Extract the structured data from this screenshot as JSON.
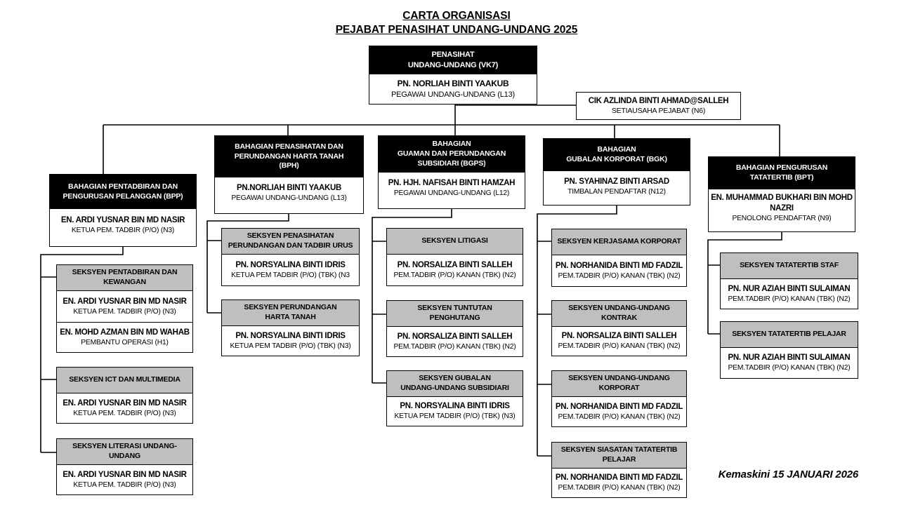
{
  "title": {
    "line1": "CARTA ORGANISASI",
    "line2": "PEJABAT PENASIHAT UNDANG-UNDANG 2025"
  },
  "footer": {
    "updated": "Kemaskini 15 JANUARI 2026"
  },
  "colors": {
    "division_header_bg": "#000000",
    "division_header_text": "#ffffff",
    "section_header_bg": "#bfbfbf",
    "line_and_border": "#000000",
    "background": "#ffffff"
  },
  "penasihat": {
    "title": "PENASIHAT\nUNDANG-UNDANG (VK7)",
    "name": "PN. NORLIAH BINTI YAAKUB",
    "role": "PEGAWAI UNDANG-UNDANG (L13)"
  },
  "setiausaha": {
    "name": "CIK AZLINDA BINTI AHMAD@SALLEH",
    "role": "SETIAUSAHA PEJABAT (N6)"
  },
  "divisions": [
    {
      "title": "BAHAGIAN PENTADBIRAN DAN\nPENGURUSAN PELANGGAN (BPP)",
      "head": {
        "name": "EN. ARDI YUSNAR BIN MD NASIR",
        "role": "KETUA PEM. TADBIR (P/O) (N3)"
      },
      "sections": [
        {
          "title": "SEKSYEN PENTADBIRAN DAN\nKEWANGAN",
          "staff": [
            {
              "name": "EN. ARDI YUSNAR BIN MD NASIR",
              "role": "KETUA PEM. TADBIR (P/O) (N3)"
            },
            {
              "name": "EN. MOHD AZMAN BIN MD WAHAB",
              "role": "PEMBANTU OPERASI (H1)"
            }
          ]
        },
        {
          "title": "SEKSYEN ICT DAN MULTIMEDIA",
          "staff": [
            {
              "name": "EN. ARDI YUSNAR BIN MD NASIR",
              "role": "KETUA PEM. TADBIR (P/O) (N3)"
            }
          ]
        },
        {
          "title": "SEKSYEN LITERASI UNDANG-\nUNDANG",
          "staff": [
            {
              "name": "EN. ARDI YUSNAR BIN MD NASIR",
              "role": "KETUA PEM. TADBIR (P/O) (N3)"
            }
          ]
        }
      ]
    },
    {
      "title": "BAHAGIAN PENASIHATAN DAN\nPERUNDANGAN HARTA TANAH\n(BPH)",
      "head": {
        "name": "PN.NORLIAH BINTI YAAKUB",
        "role": "PEGAWAI UNDANG-UNDANG (L13)"
      },
      "sections": [
        {
          "title": "SEKSYEN PENASIHATAN\nPERUNDANGAN DAN TADBIR URUS",
          "staff": [
            {
              "name": "PN. NORSYALINA BINTI IDRIS",
              "role": "KETUA PEM TADBIR (P/O) (TBK) (N3"
            }
          ]
        },
        {
          "title": "SEKSYEN PERUNDANGAN\nHARTA TANAH",
          "staff": [
            {
              "name": "PN. NORSYALINA BINTI IDRIS",
              "role": "KETUA PEM TADBIR (P/O) (TBK) (N3)"
            }
          ]
        }
      ]
    },
    {
      "title": "BAHAGIAN\nGUAMAN DAN PERUNDANGAN\nSUBSIDIARI (BGPS)",
      "head": {
        "name": "PN. HJH. NAFISAH BINTI HAMZAH",
        "role": "PEGAWAI UNDANG-UNDANG (L12)"
      },
      "sections": [
        {
          "title": "SEKSYEN LITIGASI",
          "staff": [
            {
              "name": "PN. NORSALIZA BINTI SALLEH",
              "role": "PEM.TADBIR (P/O) KANAN (TBK) (N2)"
            }
          ]
        },
        {
          "title": "SEKSYEN TUNTUTAN\nPENGHUTANG",
          "staff": [
            {
              "name": "PN. NORSALIZA BINTI SALLEH",
              "role": "PEM.TADBIR (P/O) KANAN (TBK) (N2)"
            }
          ]
        },
        {
          "title": "SEKSYEN GUBALAN\nUNDANG-UNDANG SUBSIDIARI",
          "staff": [
            {
              "name": "PN. NORSYALINA BINTI IDRIS",
              "role": "KETUA PEM TADBIR (P/O) (TBK) (N3)"
            }
          ]
        }
      ]
    },
    {
      "title": "BAHAGIAN\nGUBALAN KORPORAT (BGK)",
      "head": {
        "name": "PN. SYAHINAZ BINTI ARSAD",
        "role": "TIMBALAN PENDAFTAR (N12)"
      },
      "sections": [
        {
          "title": "SEKSYEN KERJASAMA KORPORAT",
          "staff": [
            {
              "name": "PN. NORHANIDA BINTI MD FADZIL",
              "role": "PEM.TADBIR (P/O) KANAN (TBK) (N2)"
            }
          ]
        },
        {
          "title": "SEKSYEN UNDANG-UNDANG\nKONTRAK",
          "staff": [
            {
              "name": "PN. NORSALIZA BINTI SALLEH",
              "role": "PEM.TADBIR (P/O) KANAN (TBK) (N2)"
            }
          ]
        },
        {
          "title": "SEKSYEN UNDANG-UNDANG\nKORPORAT",
          "staff": [
            {
              "name": "PN. NORHANIDA BINTI MD FADZIL",
              "role": "PEM.TADBIR (P/O) KANAN (TBK) (N2)"
            }
          ]
        },
        {
          "title": "SEKSYEN SIASATAN TATATERTIB\nPELAJAR",
          "staff": [
            {
              "name": "PN. NORHANIDA BINTI MD FADZIL",
              "role": "PEM.TADBIR (P/O) KANAN (TBK) (N2)"
            }
          ]
        }
      ]
    },
    {
      "title": "BAHAGIAN PENGURUSAN\nTATATERTIB (BPT)",
      "head": {
        "name": "EN. MUHAMMAD BUKHARI BIN MOHD\nNAZRI",
        "role": "PENOLONG PENDAFTAR (N9)"
      },
      "sections": [
        {
          "title": "SEKSYEN TATATERTIB STAF",
          "staff": [
            {
              "name": "PN. NUR AZIAH BINTI SULAIMAN",
              "role": "PEM.TADBIR (P/O) KANAN (TBK) (N2)"
            }
          ]
        },
        {
          "title": "SEKSYEN TATATERTIB PELAJAR",
          "staff": [
            {
              "name": "PN. NUR AZIAH BINTI SULAIMAN",
              "role": "PEM.TADBIR (P/O) KANAN (TBK) (N2)"
            }
          ]
        }
      ]
    }
  ]
}
